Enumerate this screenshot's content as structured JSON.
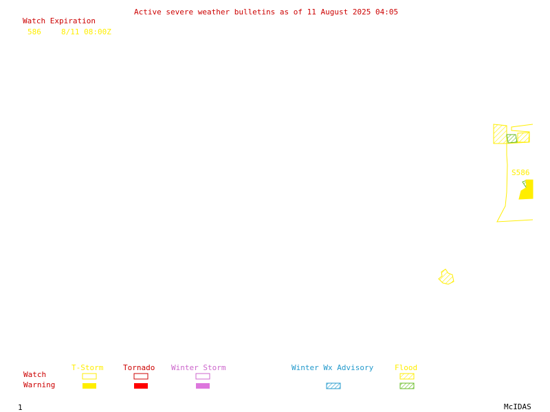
{
  "header": {
    "title": "Active severe weather bulletins as of 11 August 2025 04:05"
  },
  "watch_table": {
    "heading": "Watch Expiration",
    "rows": [
      {
        "number": "586",
        "expiration": "8/11 08:00Z"
      }
    ]
  },
  "map": {
    "watch_label": "S586"
  },
  "legend": {
    "row_labels": {
      "watch": "Watch",
      "warning": "Warning"
    },
    "columns": [
      {
        "label": "T-Storm",
        "color": "#ffee00"
      },
      {
        "label": "Tornado",
        "color": "#cc0000"
      },
      {
        "label": "Winter Storm",
        "color": "#cc66cc"
      },
      {
        "label": "Winter Wx Advisory",
        "color": "#2299cc"
      },
      {
        "label": "Flood",
        "color": "#ffee00"
      }
    ]
  },
  "footer": {
    "frame_number": "1",
    "brand": "McIDAS"
  },
  "colors": {
    "title": "#cc0000",
    "tstorm": "#ffee00",
    "tornado": "#ff0000",
    "winter_storm": "#dd77dd",
    "winter_advisory": "#2299cc",
    "flood_fill": "#88cc33"
  }
}
